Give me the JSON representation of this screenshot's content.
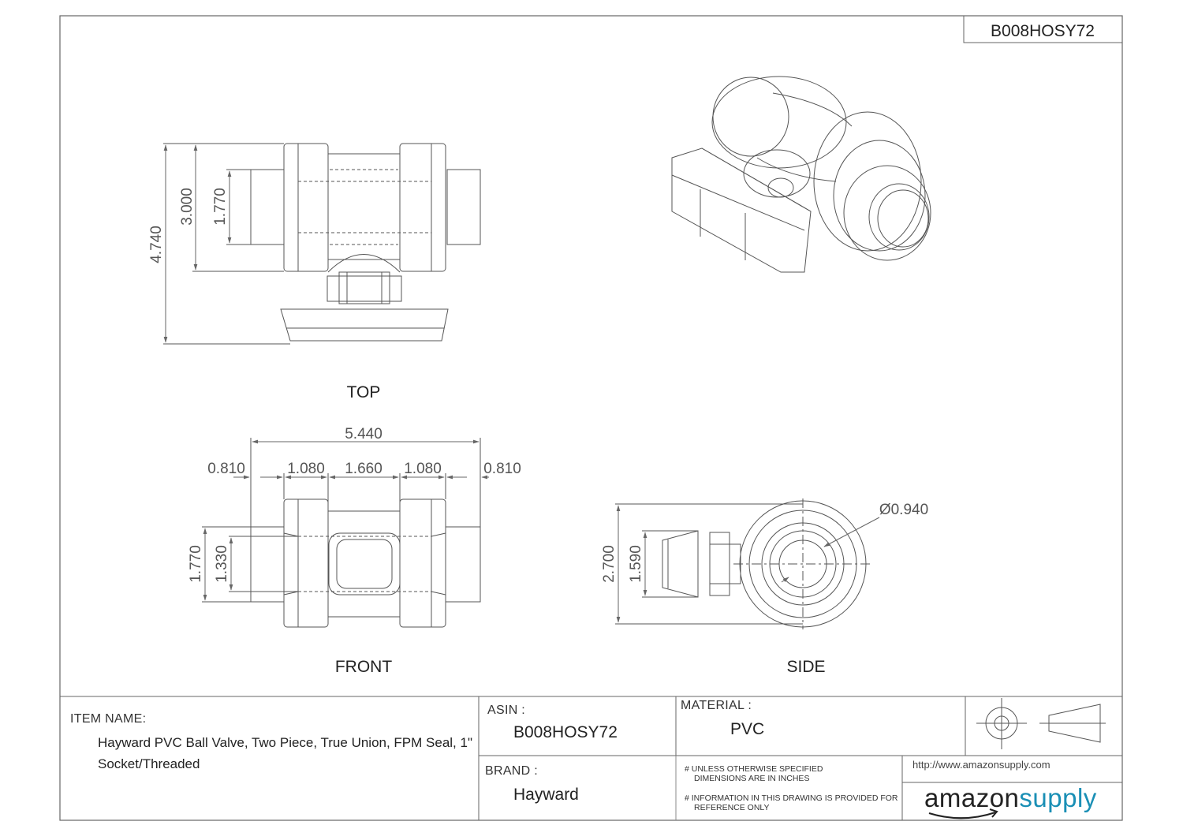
{
  "drawing": {
    "asin_corner": "B008HOSY72",
    "views": {
      "top": "TOP",
      "front": "FRONT",
      "side": "SIDE"
    },
    "dimensions": {
      "top_overall": "4.740",
      "top_body": "3.000",
      "top_socket": "1.770",
      "front_length": "5.440",
      "front_seg_1": "0.810",
      "front_seg_2": "1.080",
      "front_seg_3": "1.660",
      "front_seg_4": "1.080",
      "front_seg_5": "0.810",
      "front_height": "1.770",
      "front_bore": "1.330",
      "side_height": "2.700",
      "side_handle": "1.590",
      "side_diameter": "Ø0.940"
    }
  },
  "title_block": {
    "item_name_label": "ITEM NAME:",
    "item_name_line1": "Hayward PVC Ball Valve, Two Piece, True Union, FPM Seal, 1\"",
    "item_name_line2": "Socket/Threaded",
    "asin_label": "ASIN :",
    "asin_value": "B008HOSY72",
    "material_label": "MATERIAL :",
    "material_value": "PVC",
    "brand_label": "BRAND :",
    "brand_value": "Hayward",
    "note1_line1": "# UNLESS OTHERWISE SPECIFIED",
    "note1_line2": "DIMENSIONS ARE IN INCHES",
    "note2_line1": "# INFORMATION IN THIS DRAWING IS PROVIDED FOR",
    "note2_line2": "REFERENCE ONLY",
    "url": "http://www.amazonsupply.com",
    "logo_part1": "amazon",
    "logo_part2": "supply",
    "colors": {
      "logo_dark": "#222222",
      "logo_accent": "#1a8fb5",
      "line": "#555555"
    }
  }
}
